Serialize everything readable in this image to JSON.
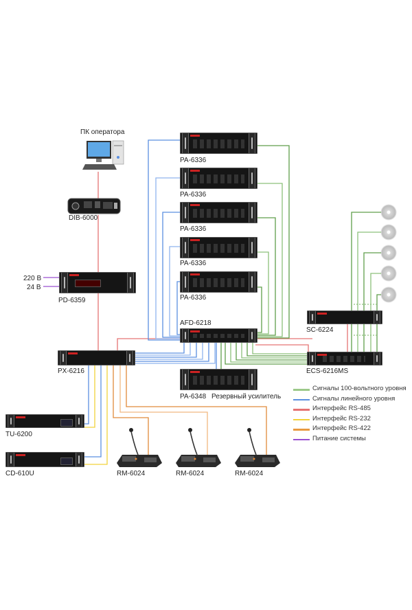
{
  "diagram": {
    "nodes": {
      "pc": {
        "label": "ПК оператора"
      },
      "dib": {
        "label": "DIB-6000"
      },
      "pd": {
        "label": "PD-6359",
        "inputs": [
          "220 В",
          "24 В"
        ]
      },
      "pa1": {
        "label": "PA-6336"
      },
      "pa2": {
        "label": "PA-6336"
      },
      "pa3": {
        "label": "PA-6336"
      },
      "pa4": {
        "label": "PA-6336"
      },
      "pa5": {
        "label": "PA-6336"
      },
      "afd": {
        "label": "AFD-6218"
      },
      "px": {
        "label": "PX-6216"
      },
      "pa_reserve": {
        "label": "PA-6348",
        "note": "Резервный усилитель"
      },
      "sc": {
        "label": "SC-6224"
      },
      "ecs": {
        "label": "ECS-6216MS"
      },
      "tu": {
        "label": "TU-6200"
      },
      "cd": {
        "label": "CD-610U"
      },
      "rm1": {
        "label": "RM-6024"
      },
      "rm2": {
        "label": "RM-6024"
      },
      "rm3": {
        "label": "RM-6024"
      }
    },
    "speakers_count": 5
  },
  "legend": [
    {
      "label": "Сигналы 100-вольтного уровня",
      "color": "#9cc98a"
    },
    {
      "label": "Сигналы линейного уровня",
      "color": "#5b8fe0"
    },
    {
      "label": "Интерфейс RS-485",
      "color": "#e57373"
    },
    {
      "label": "Интерфейс RS-232",
      "color": "#f2d23a"
    },
    {
      "label": "Интерфейс RS-422",
      "color": "#e89a40"
    },
    {
      "label": "Питание системы",
      "color": "#9a4fd0"
    }
  ],
  "colors": {
    "v100": "#8cc07a",
    "v100_dark": "#5f9e4a",
    "line": "#5b8fe0",
    "line_light": "#8fb4ee",
    "rs485": "#e57373",
    "rs232": "#f2d23a",
    "rs422": "#e08a3a",
    "rs422_light": "#f0b880",
    "power": "#9a4fd0"
  }
}
